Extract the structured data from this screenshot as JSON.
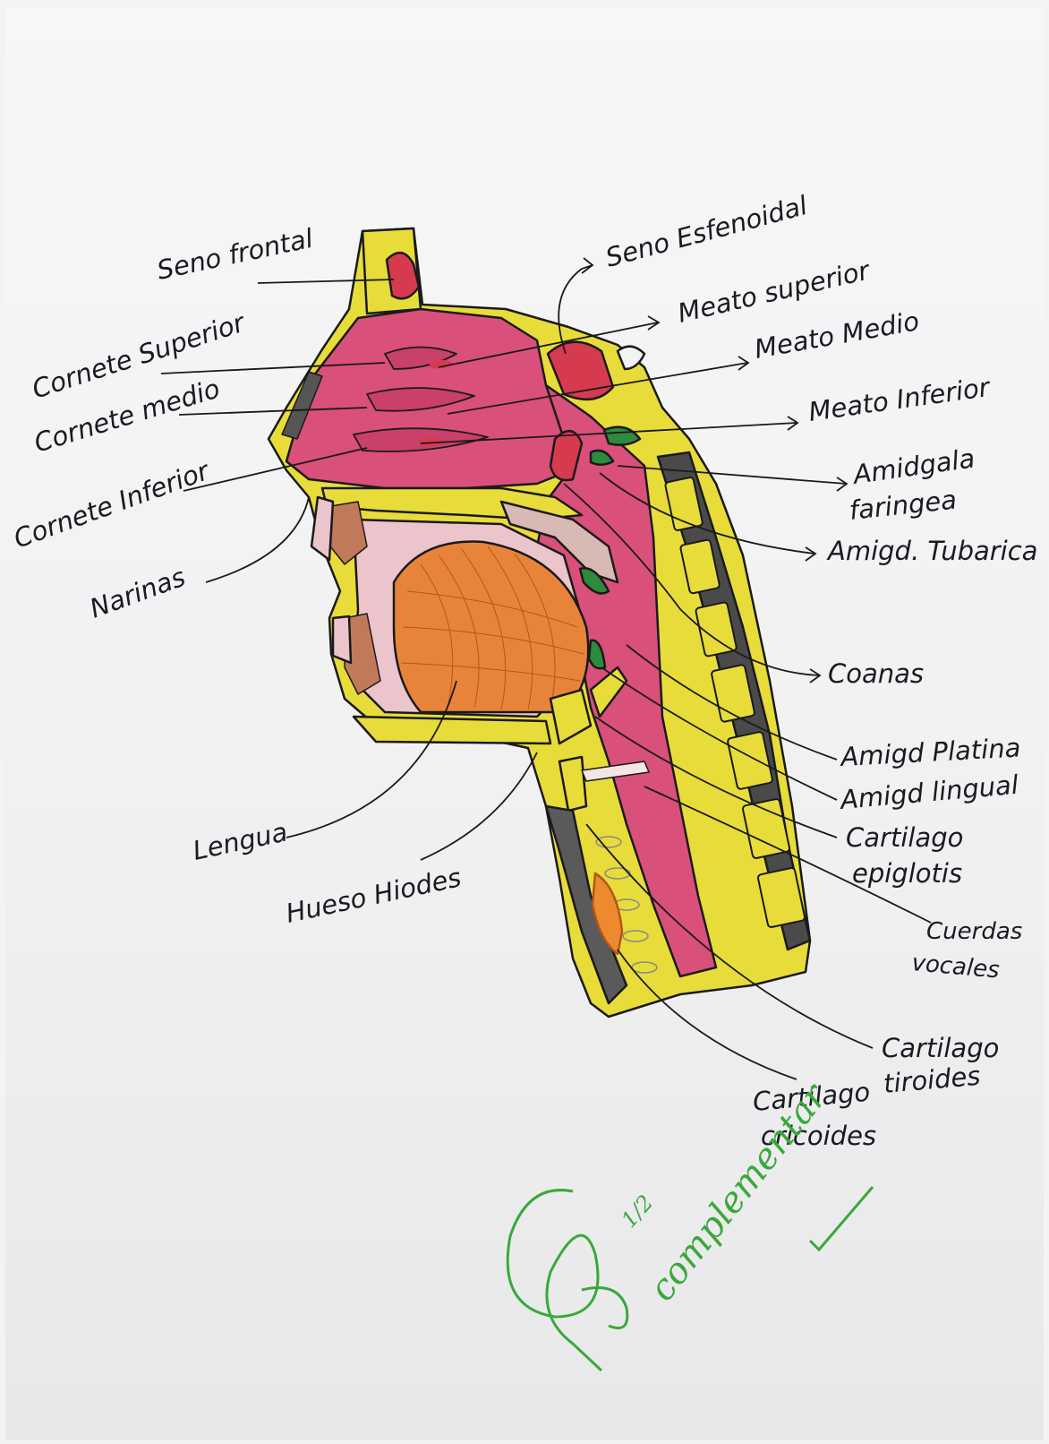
{
  "labels": {
    "seno_frontal": "Seno frontal",
    "seno_esfenoidal": "Seno Esfenoidal",
    "meato_superior": "Meato superior",
    "meato_medio": "Meato Medio",
    "meato_inferior": "Meato Inferior",
    "cornete_superior": "Cornete Superior",
    "cornete_medio": "Cornete medio",
    "cornete_inferior": "Cornete Inferior",
    "amigdala_faringea_1": "Amidgala",
    "amigdala_faringea_2": "faringea",
    "amigd_tubarica": "Amigd. Tubarica",
    "narinas": "Narinas",
    "coanas": "Coanas",
    "amigd_platina": "Amigd Platina",
    "amigd_lingual": "Amigd lingual",
    "cartilago_epiglotis_1": "Cartilago",
    "cartilago_epiglotis_2": "epiglotis",
    "lengua": "Lengua",
    "hueso_hiodes": "Hueso Hiodes",
    "cuerdas_vocales_1": "Cuerdas",
    "cuerdas_vocales_2": "vocales",
    "cartilago_tiroides_1": "Cartilago",
    "cartilago_tiroides_2": "tiroides",
    "cartilago_cricoides_1": "Cartilago",
    "cartilago_cricoides_2": "cricoides"
  },
  "annotation": {
    "grade": "1/2",
    "comment": "complementar"
  },
  "colors": {
    "bone": "#e8dc3a",
    "mucosa": "#d9507a",
    "tongue": "#e8843a",
    "tonsil": "#2e8a3c",
    "sinus": "#d63a4e",
    "vertebra_gap": "#4a4a4a",
    "ink_green": "#3aa83a"
  }
}
